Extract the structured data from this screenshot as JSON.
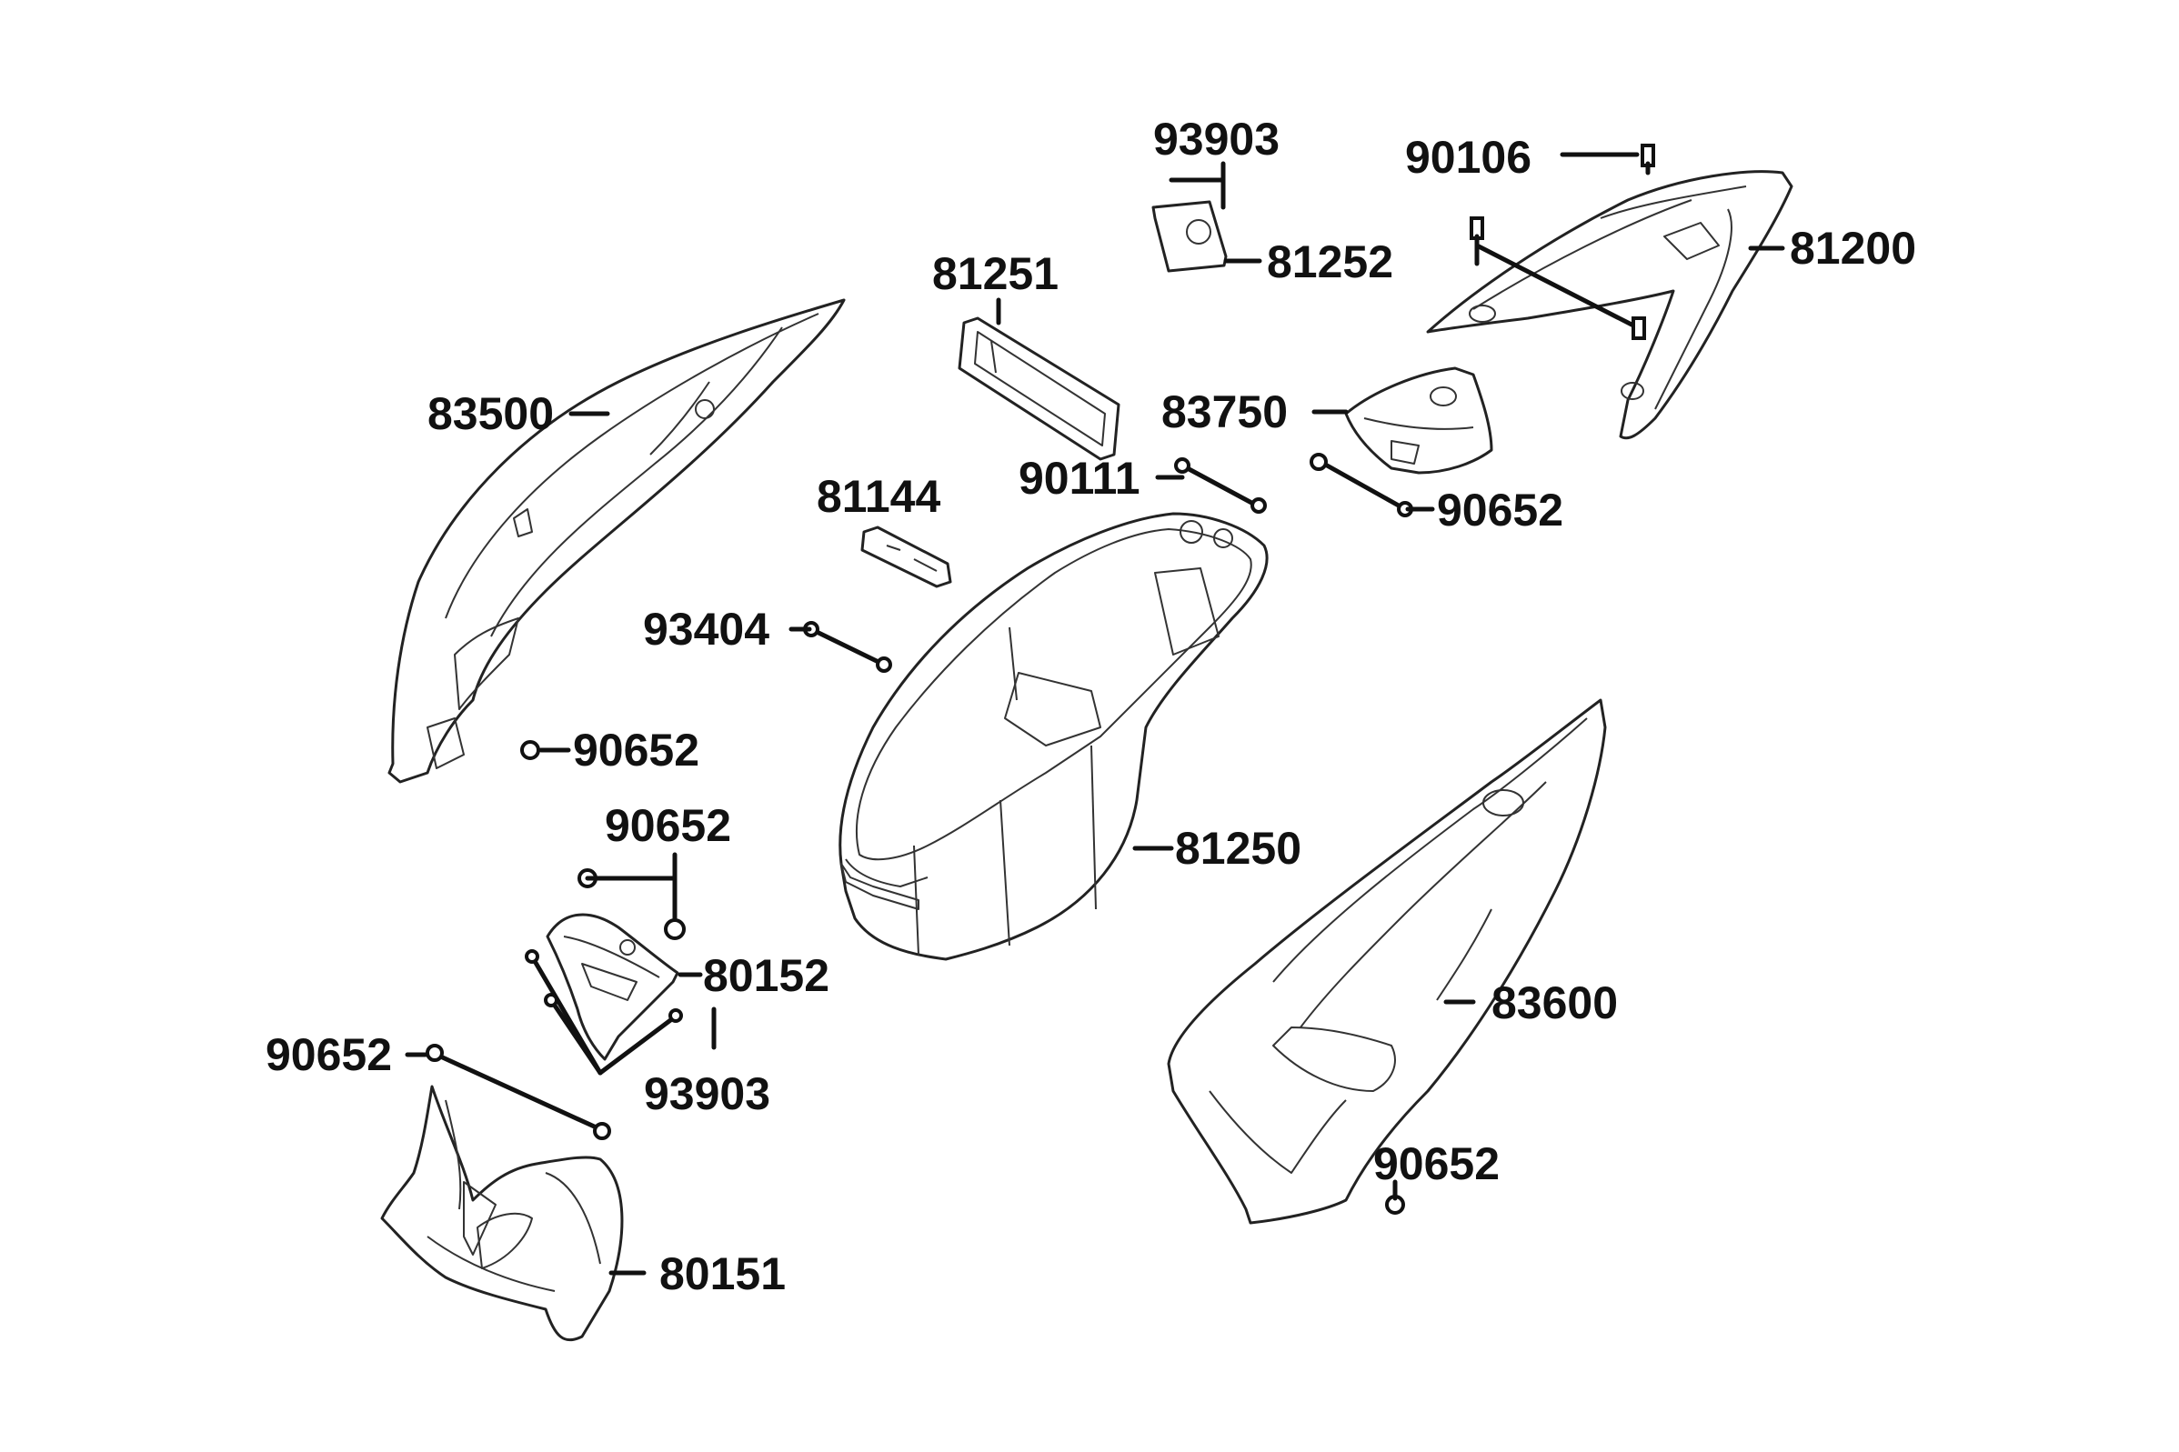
{
  "diagram": {
    "colors": {
      "line": "#111111",
      "background": "#ffffff"
    },
    "labels": {
      "l93903_top": "93903",
      "l90106": "90106",
      "l81252": "81252",
      "l81200": "81200",
      "l81251": "81251",
      "l83500": "83500",
      "l83750": "83750",
      "l90111": "90111",
      "l90652_right": "90652",
      "l81144": "81144",
      "l93404": "93404",
      "l90652_left": "90652",
      "l90652_mid": "90652",
      "l81250": "81250",
      "l80152": "80152",
      "l83600": "83600",
      "l90652_lower": "90652",
      "l93903_bottom": "93903",
      "l90652_bottom": "90652",
      "l80151": "80151"
    }
  }
}
